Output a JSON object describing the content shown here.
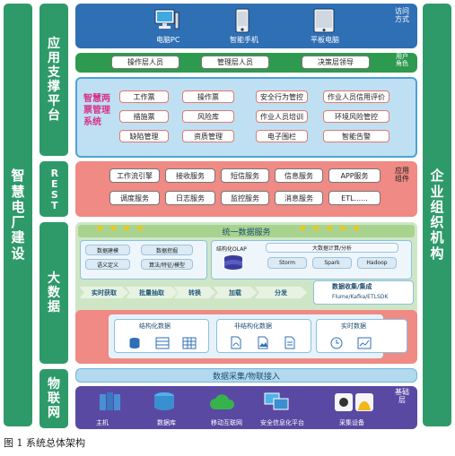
{
  "side": {
    "left_outer": "智慧电厂建设",
    "support": "应用支撑平台",
    "rest": "REST",
    "bigdata": "大数据",
    "iot": "物联网",
    "right_outer": "企业组织机构"
  },
  "access": {
    "side_label": "访问方式",
    "devices": [
      "电脑PC",
      "智能手机",
      "平板电脑"
    ]
  },
  "users": {
    "side_label": "用户角色",
    "roles": [
      "操作层人员",
      "管理层人员",
      "决策层领导"
    ]
  },
  "system": {
    "title": "智慧两票管理系统",
    "modules": [
      "工作票",
      "操作票",
      "安全行为管控",
      "作业人员信用评价",
      "措施票",
      "风险库",
      "作业人员培训",
      "环境风险管控",
      "缺陷管理",
      "资质管理",
      "电子围栏",
      "智能告警"
    ]
  },
  "components": {
    "side_label": "应用组件",
    "items": [
      "工作流引擎",
      "接收服务",
      "短信服务",
      "信息服务",
      "APP服务",
      "调度服务",
      "日志服务",
      "监控服务",
      "消息服务",
      "ETL......"
    ]
  },
  "unified": {
    "title": "统一数据服务"
  },
  "mining": {
    "items": [
      "数据建模",
      "数据挖掘",
      "语义定义",
      "算法/特征/模型"
    ]
  },
  "olap": {
    "title": "结构化OLAP",
    "compute": "大数据计算/分析",
    "engines": [
      "Storm",
      "Spark",
      "Hadoop"
    ]
  },
  "pipeline": [
    "实时获取",
    "批量抽取",
    "转换",
    "加载",
    "分发"
  ],
  "collect": {
    "title": "数据收集/集成",
    "tools": "Flume/Kafka/ETLSDK"
  },
  "storage": [
    "结构化数据",
    "非结构化数据",
    "实时数据"
  ],
  "ingest": {
    "title": "数据采集/物联接入"
  },
  "infra": {
    "side_label": "基础层",
    "items": [
      "主机",
      "数据库",
      "移动互联网",
      "安全信息化平台",
      "采集设备"
    ]
  },
  "caption": "图 1  系统总体架构"
}
